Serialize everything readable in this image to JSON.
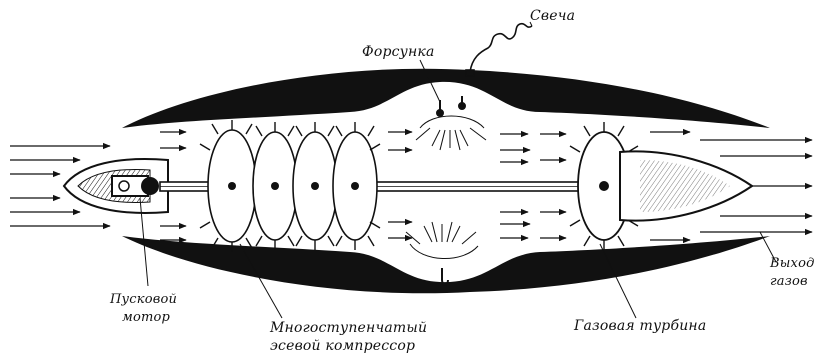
{
  "labels": {
    "spark_plug": "Свеча",
    "injector": "Форсунка",
    "starter_motor_line1": "Пусковой",
    "starter_motor_line2": "мотор",
    "compressor_line1": "Многоступенчатый",
    "compressor_line2": "эсевой компрессор",
    "gas_turbine": "Газовая турбина",
    "exhaust_line1": "Выход",
    "exhaust_line2": "газов"
  },
  "colors": {
    "ink": "#111111",
    "paper": "#ffffff"
  }
}
